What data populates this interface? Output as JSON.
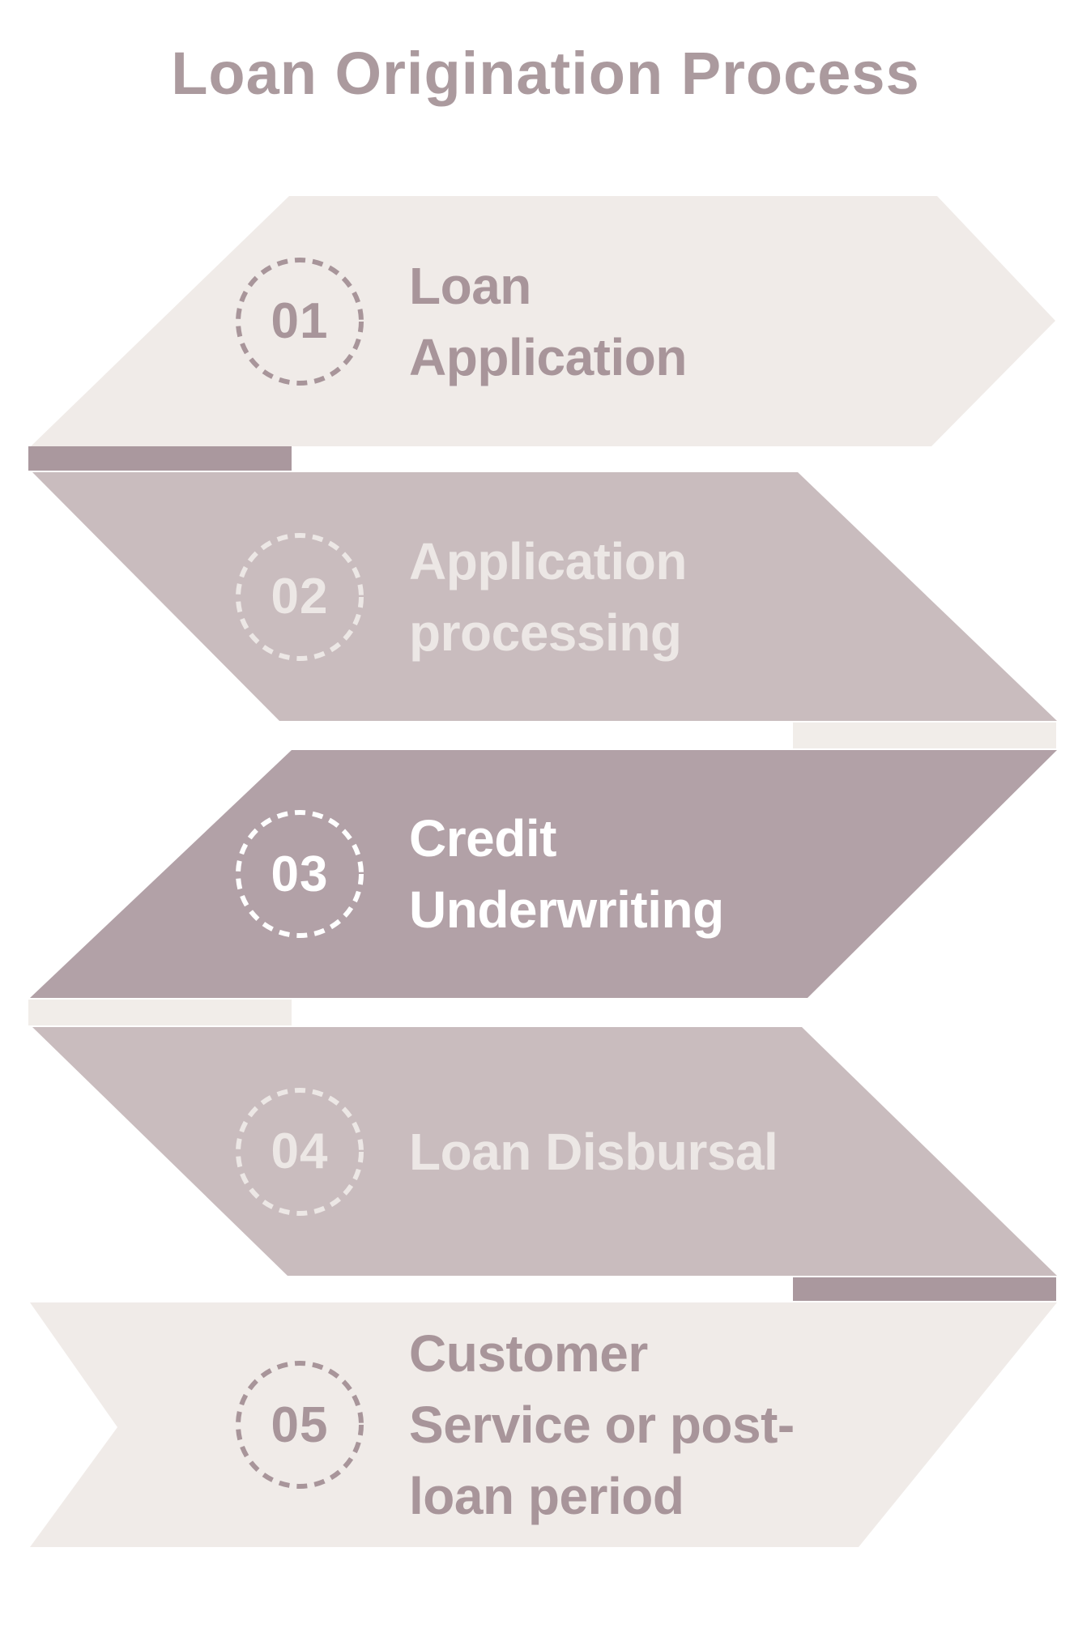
{
  "title": "Loan Origination Process",
  "colors": {
    "background": "#ffffff",
    "title_text": "#ab9a9e",
    "cream": "#f0ebe8",
    "cream_fold": "#f1ede9",
    "mauve_light": "#c9bcbe",
    "mauve_dark": "#b2a1a7",
    "mauve_fold": "#aa989e",
    "text_on_cream": "#a8959a",
    "text_on_mauve_light": "#ece7e5",
    "text_on_mauve_dark": "#ffffff"
  },
  "steps": [
    {
      "number": "01",
      "label_lines": [
        "Loan",
        "Application"
      ]
    },
    {
      "number": "02",
      "label_lines": [
        "Application",
        "processing"
      ]
    },
    {
      "number": "03",
      "label_lines": [
        "Credit",
        "Underwriting"
      ]
    },
    {
      "number": "04",
      "label_lines": [
        "Loan Disbursal"
      ]
    },
    {
      "number": "05",
      "label_lines": [
        "Customer",
        "Service or post-",
        "loan period"
      ]
    }
  ]
}
